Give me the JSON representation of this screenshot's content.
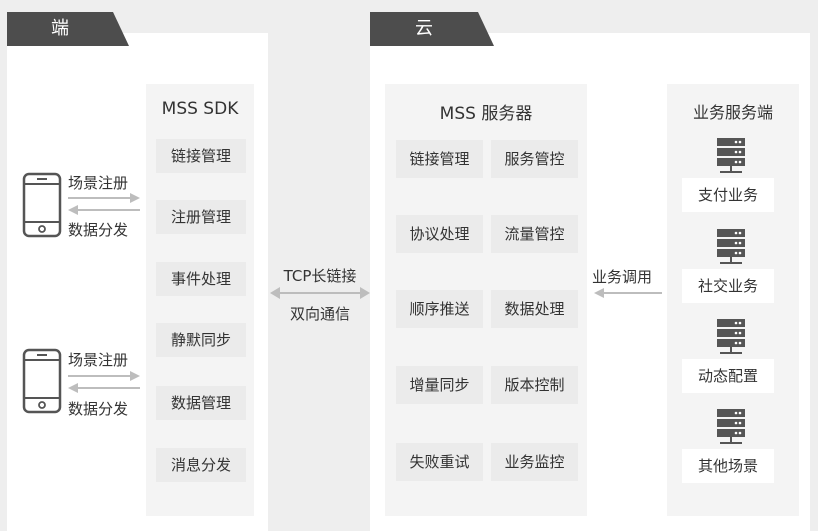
{
  "client": {
    "tab": "端",
    "sdk_title": "MSS SDK",
    "sdk_items": [
      "链接管理",
      "注册管理",
      "事件处理",
      "静默同步",
      "数据管理",
      "消息分发"
    ],
    "device_labels": [
      {
        "up": "场景注册",
        "down": "数据分发"
      },
      {
        "up": "场景注册",
        "down": "数据分发"
      }
    ]
  },
  "link": {
    "line1": "TCP长链接",
    "line2": "双向通信"
  },
  "cloud": {
    "tab": "云",
    "server_title": "MSS 服务器",
    "server_items": [
      "链接管理",
      "服务管控",
      "协议处理",
      "流量管控",
      "顺序推送",
      "数据处理",
      "增量同步",
      "版本控制",
      "失败重试",
      "业务监控"
    ],
    "call_label": "业务调用",
    "biz_title": "业务服务端",
    "biz_items": [
      "支付业务",
      "社交业务",
      "动态配置",
      "其他场景"
    ]
  },
  "colors": {
    "tab_bg": "#4d4d4d",
    "box_bg": "#ebebeb",
    "arrow": "#bdbdbd",
    "icon": "#555555"
  }
}
